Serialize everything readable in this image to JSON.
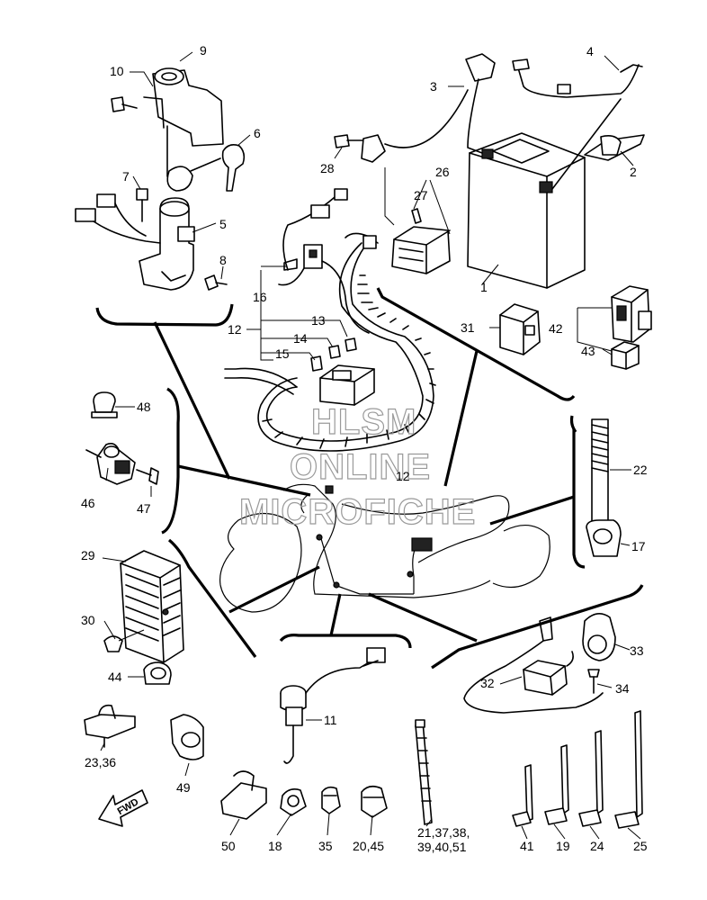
{
  "watermark": {
    "line1": "HLSM",
    "line2": "ONLINE",
    "line3": "MICROFICHE"
  },
  "fwd_label": "FWD",
  "callouts": {
    "c1": "1",
    "c2": "2",
    "c3": "3",
    "c4": "4",
    "c5": "5",
    "c6": "6",
    "c7": "7",
    "c8": "8",
    "c9": "9",
    "c10": "10",
    "c11": "11",
    "c12a": "12",
    "c12b": "12",
    "c13": "13",
    "c14": "14",
    "c15": "15",
    "c16": "16",
    "c17": "17",
    "c18": "18",
    "c19": "19",
    "c2036": "23,36",
    "c22": "22",
    "c24": "24",
    "c25": "25",
    "c26": "26",
    "c27": "27",
    "c28": "28",
    "c29": "29",
    "c30": "30",
    "c31": "31",
    "c32": "32",
    "c33": "33",
    "c34": "34",
    "c35": "35",
    "c2045": "20,45",
    "c41": "41",
    "c42": "42",
    "c43": "43",
    "c44": "44",
    "c46": "46",
    "c47": "47",
    "c48": "48",
    "c49": "49",
    "c50": "50",
    "c21a": "21,37,38,",
    "c21b": "39,40,51"
  },
  "icons": {
    "ignition_switch": "ignition-switch-icon",
    "key": "key-icon",
    "battery": "battery-icon",
    "harness": "wire-harness-icon",
    "fuse": "fuse-icon",
    "rectifier": "rectifier-regulator-icon",
    "relay": "relay-icon",
    "bolt": "bolt-icon",
    "clamp": "clamp-icon",
    "cable_tie": "cable-tie-icon",
    "motorcycle": "motorcycle-outline-icon",
    "fwd_arrow": "fwd-arrow-icon"
  }
}
